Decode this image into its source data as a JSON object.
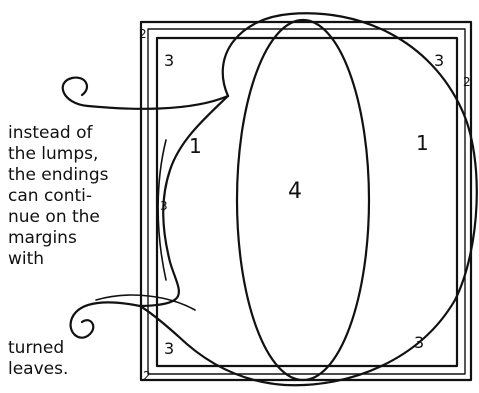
{
  "annotation": {
    "lines_top": [
      "instead of",
      "the lumps,",
      "the endings",
      "can conti-",
      "nue on the",
      "margins",
      "with"
    ],
    "lines_bottom": [
      "turned",
      "leaves."
    ]
  },
  "region_numbers": {
    "corner_top_left": "2",
    "inner_top_left": "3",
    "inner_top_right": "3",
    "corner_right": "2",
    "left_body": "1",
    "right_body": "1",
    "center_counter": "4",
    "left_edge": "3",
    "inner_bottom_left": "3",
    "inner_bottom_right": "3",
    "corner_bottom_left": "2"
  }
}
